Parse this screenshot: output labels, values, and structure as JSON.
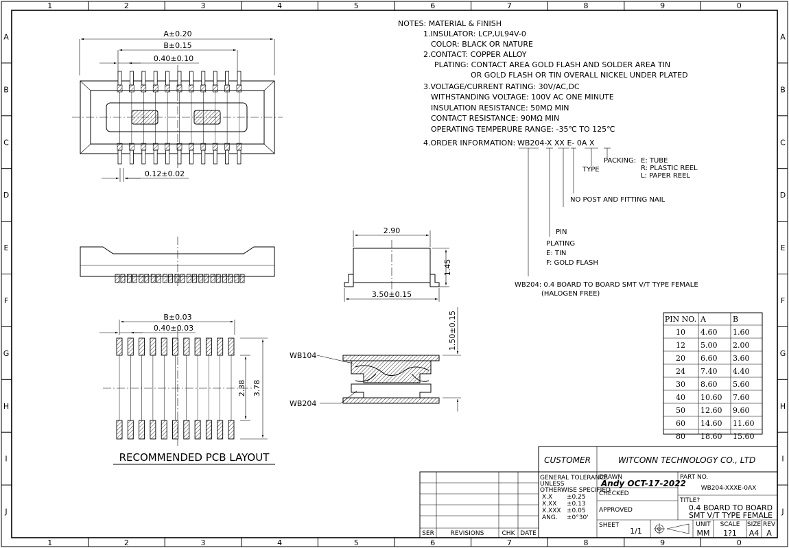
{
  "grid": {
    "cols": [
      "1",
      "2",
      "3",
      "4",
      "5",
      "6",
      "7",
      "8",
      "9",
      "0"
    ],
    "rows": [
      "A",
      "B",
      "C",
      "D",
      "E",
      "F",
      "G",
      "H",
      "I",
      "J"
    ]
  },
  "dims": {
    "a": "A±0.20",
    "b": "B±0.15",
    "pitch": "0.40±0.10",
    "pinw": "0.12±0.02",
    "width_side": "2.90",
    "height_side": "1.45",
    "overall": "3.50±0.15",
    "mated": "1.50±0.15",
    "pcb_b": "B±0.03",
    "pcb_pitch": "0.40±0.03",
    "pcb_h1": "2.38",
    "pcb_h2": "3.78"
  },
  "labels": {
    "wb104": "WB104",
    "wb204": "WB204",
    "pcb_title": "RECOMMENDED PCB LAYOUT"
  },
  "notes": [
    "NOTES: MATERIAL & FINISH",
    "1.INSULATOR: LCP,UL94V-0",
    "COLOR: BLACK OR NATURE",
    "2.CONTACT: COPPER ALLOY",
    "PLATING: CONTACT AREA GOLD FLASH AND SOLDER AREA TIN",
    "OR GOLD FLASH OR TIN OVERALL NICKEL UNDER PLATED",
    "3.VOLTAGE/CURRENT RATING: 30V/AC,DC",
    "WITHSTANDING VOLTAGE: 100V AC ONE MINUTE",
    "INSULATION RESISTANCE: 50MΩ MIN",
    "CONTACT RESISTANCE: 90MΩ MIN",
    "OPERATING TEMPERURE RANGE: -35℃ TO 125℃",
    "4.ORDER INFORMATION:"
  ],
  "order": {
    "code": "WB204-X XX E- 0A X",
    "packing": "PACKING:",
    "packing_e": "E: TUBE",
    "packing_r": "R: PLASTIC REEL",
    "packing_l": "L: PAPER REEL",
    "type": "TYPE",
    "no_post": "NO POST AND FITTING NAIL",
    "pin": "PIN",
    "plating": "PLATING",
    "plating_e": "E: TIN",
    "plating_f": "F: GOLD FLASH",
    "desc": "WB204: 0.4 BOARD TO BOARD SMT V/T TYPE FEMALE",
    "desc2": "(HALOGEN FREE)"
  },
  "pin_table": {
    "headers": [
      "PIN NO.",
      "A",
      "B"
    ],
    "rows": [
      [
        "10",
        "4.60",
        "1.60"
      ],
      [
        "12",
        "5.00",
        "2.00"
      ],
      [
        "20",
        "6.60",
        "3.60"
      ],
      [
        "24",
        "7.40",
        "4.40"
      ],
      [
        "30",
        "8.60",
        "5.60"
      ],
      [
        "40",
        "10.60",
        "7.60"
      ],
      [
        "50",
        "12.60",
        "9.60"
      ],
      [
        "60",
        "14.60",
        "11.60"
      ],
      [
        "80",
        "18.60",
        "15.60"
      ]
    ]
  },
  "title_block": {
    "customer": "CUSTOMER",
    "company": "WITCONN TECHNOLOGY CO., LTD",
    "tol_title1": "GENERAL TOLERANCE",
    "tol_title2": "UNLESS",
    "tol_title3": "OTHERWISE SPECIFIED",
    "tol": [
      [
        "X.X",
        "±0.25"
      ],
      [
        "X.XX",
        "±0.13"
      ],
      [
        "X.XXX",
        "±0.05"
      ],
      [
        "ANG.",
        "±0°30'"
      ]
    ],
    "drawn_label": "DRAWN",
    "drawn_value": "Andy OCT-17-2022",
    "checked_label": "CHECKED",
    "approved_label": "APPROVED",
    "part_label": "PART NO.",
    "part_value": "WB204-XXXE-0AX",
    "title_label": "TITLE?",
    "title_1": "0.4 BOARD TO BOARD",
    "title_2": "SMT V/T TYPE FEMALE",
    "sheet_label": "SHEET",
    "sheet_value": "1/1",
    "unit_label": "UNIT",
    "unit_value": "MM",
    "scale_label": "SCALE",
    "scale_value": "1?1",
    "size_label": "SIZE",
    "size_value": "A4",
    "rev_label": "REV",
    "rev_value": "A",
    "ser": "SER",
    "revisions": "REVISIONS",
    "chk": "CHK",
    "date": "DATE"
  }
}
